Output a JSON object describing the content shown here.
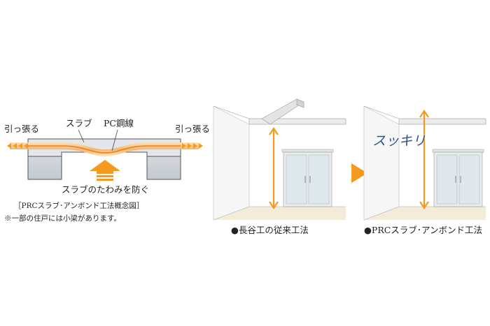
{
  "left_diagram": {
    "label_pull_left": "引っ張る",
    "label_pull_right": "引っ張る",
    "label_slab": "スラブ",
    "label_pc_wire": "PC鋼線",
    "label_prevent_deflection": "スラブのたわみを防ぐ",
    "caption": "［PRCスラブ･アンボンド工法概念図］",
    "note": "※一部の住戸には小梁があります。"
  },
  "comparison": {
    "conventional_label": "●長谷工の従来工法",
    "prc_label": "●PRCスラブ･アンボンド工法",
    "sukkiri_label": "スッキリ"
  },
  "colors": {
    "orange": "#f39a1f",
    "light_orange": "#f9c98a",
    "concrete": "#cfd4da",
    "blue_text": "#2a4f8f"
  }
}
